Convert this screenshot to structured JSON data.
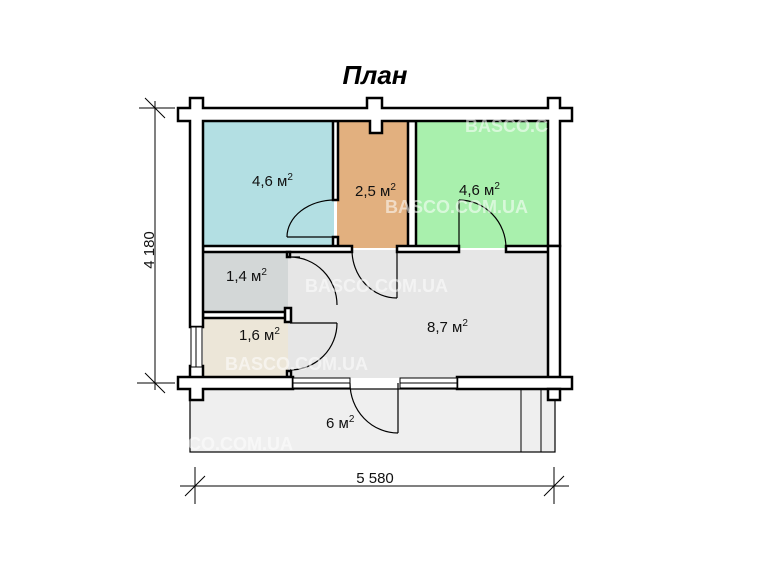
{
  "title": "План",
  "dimensions": {
    "height": "4 180",
    "width": "5 580"
  },
  "rooms": [
    {
      "name": "room-blue",
      "area": "4,6 м",
      "color": "#b3dfe3"
    },
    {
      "name": "room-orange",
      "area": "2,5 м",
      "color": "#e2b07f"
    },
    {
      "name": "room-green",
      "area": "4,6 м",
      "color": "#a9f0ad"
    },
    {
      "name": "room-gray",
      "area": "1,4 м",
      "color": "#d3d7d7"
    },
    {
      "name": "room-beige",
      "area": "1,6 м",
      "color": "#ece6d8"
    },
    {
      "name": "room-hall",
      "area": "8,7 м",
      "color": "#e6e6e6"
    },
    {
      "name": "terrace",
      "area": "6 м",
      "color": "#efefef"
    }
  ],
  "unit_superscript": "2",
  "watermark": "BASCO.COM.UA"
}
